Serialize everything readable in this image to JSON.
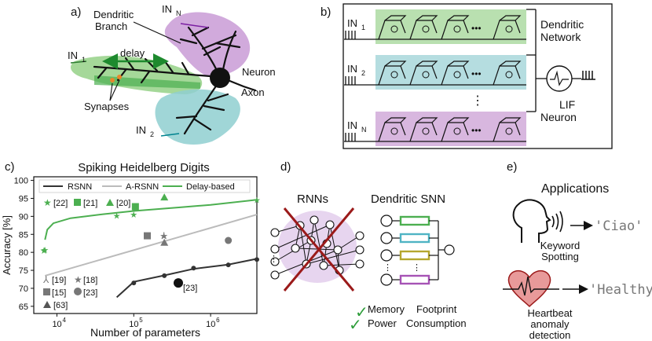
{
  "panel_a": {
    "letter": "a)",
    "in_n": "IN",
    "in_n_sub": "N",
    "in_1": "IN",
    "in_1_sub": "1",
    "in_2": "IN",
    "in_2_sub": "2",
    "dendritic_branch_line1": "Dendritic",
    "dendritic_branch_line2": "Branch",
    "delay": "delay",
    "synapses": "Synapses",
    "neuron": "Neuron",
    "axon": "Axon",
    "colors": {
      "green": "#8fce7f",
      "purple": "#c99bd6",
      "teal": "#8fcfd0"
    }
  },
  "panel_b": {
    "letter": "b)",
    "rows": [
      {
        "label": "IN",
        "sub": "1",
        "color": "#b9e0b0"
      },
      {
        "label": "IN",
        "sub": "2",
        "color": "#b5dde0"
      },
      {
        "label": "IN",
        "sub": "N",
        "color": "#d8b7df"
      }
    ],
    "ellipsis": "•••",
    "dendritic_network_line1": "Dendritic",
    "dendritic_network_line2": "Network",
    "lif_line1": "LIF",
    "lif_line2": "Neuron"
  },
  "panel_c": {
    "letter": "c)",
    "chart_data": {
      "type": "line",
      "title": "Spiking Heidelberg Digits",
      "xlabel": "Number of parameters",
      "ylabel": "Accuracy [%]",
      "xscale": "log",
      "xlim": [
        5000,
        4000000
      ],
      "ylim": [
        63,
        101
      ],
      "yticks": [
        65,
        70,
        75,
        80,
        85,
        90,
        95,
        100
      ],
      "xticks": [
        {
          "value": 10000,
          "label": "10",
          "exp": "4"
        },
        {
          "value": 100000,
          "label": "10",
          "exp": "5"
        },
        {
          "value": 1000000,
          "label": "10",
          "exp": "6"
        }
      ],
      "legend": [
        "RSNN",
        "A-RSNN",
        "Delay-based"
      ],
      "legend_placement": "top",
      "series": [
        {
          "name": "RSNN",
          "color": "#333333",
          "x": [
            60000,
            100000,
            250000,
            600000,
            1700000,
            4000000
          ],
          "y": [
            67.5,
            71.8,
            73.6,
            75.4,
            76.6,
            78.2
          ],
          "points": [
            [
              100000,
              71.5
            ],
            [
              250000,
              73.5
            ],
            [
              600000,
              75.6
            ],
            [
              1700000,
              76.5
            ],
            [
              4000000,
              78
            ]
          ]
        },
        {
          "name": "A-RSNN",
          "color": "#bbbbbb",
          "x": [
            7000,
            4000000
          ],
          "y": [
            73.5,
            90.5
          ],
          "points": []
        },
        {
          "name": "Delay-based",
          "color": "#4caf50",
          "x": [
            7000,
            7500,
            9000,
            15000,
            40000,
            100000,
            400000,
            1000000,
            4000000
          ],
          "y": [
            83.5,
            86.3,
            88.1,
            89.5,
            90.6,
            91.5,
            92.5,
            93.2,
            94.6
          ],
          "points": [
            [
              7000,
              80.7
            ],
            [
              60000,
              90.2
            ],
            [
              100000,
              90.5
            ],
            [
              4000000,
              94.6
            ]
          ]
        }
      ],
      "references": [
        {
          "label": "[22]",
          "marker": "star",
          "color": "#4caf50",
          "x": 6900,
          "y": 80.7
        },
        {
          "label": "[21]",
          "marker": "square",
          "color": "#4caf50",
          "x": 105000,
          "y": 92.7
        },
        {
          "label": "[20]",
          "marker": "triangle",
          "color": "#4caf50",
          "x": 250000,
          "y": 95.3
        },
        {
          "label": "[19]",
          "marker": "tri",
          "color": "#777777",
          "x": 250000,
          "y": 84.7
        },
        {
          "label": "[18]",
          "marker": "star",
          "color": "#777777",
          "x": 250000,
          "y": 84.7
        },
        {
          "label": "[15]",
          "marker": "square",
          "color": "#777777",
          "x": 150000,
          "y": 84.6
        },
        {
          "label": "[23]",
          "marker": "circle",
          "color": "#777777",
          "x": 1700000,
          "y": 83.3
        },
        {
          "label": "[63]",
          "marker": "triangle",
          "color": "#777777",
          "x": 250000,
          "y": 82.7
        },
        {
          "label": "[23]",
          "marker": "bigcircle",
          "color": "#111111",
          "x": 380000,
          "y": 71.5
        }
      ],
      "marker_legend": [
        "[22]",
        "[21]",
        "[20]",
        "[19]",
        "[18]",
        "[15]",
        "[23]",
        "[63]"
      ],
      "annotation_23": "[23]"
    }
  },
  "panel_d": {
    "letter": "d)",
    "rnns": "RNNs",
    "dendritic_snn": "Dendritic SNN",
    "check_mark": "✓",
    "memory": "Memory",
    "footprint": "Footprint",
    "power": "Power",
    "consumption": "Consumption",
    "bar_colors": [
      "#4caf50",
      "#4fb4c4",
      "#b5a72f",
      "#a653b5"
    ]
  },
  "panel_e": {
    "letter": "e)",
    "applications": "Applications",
    "ciao": "'Ciao'",
    "keyword_line1": "Keyword",
    "keyword_line2": "Spotting",
    "healthy": "'Healthy'",
    "heartbeat_line1": "Heartbeat",
    "heartbeat_line2": "anomaly",
    "heartbeat_line3": "detection"
  }
}
